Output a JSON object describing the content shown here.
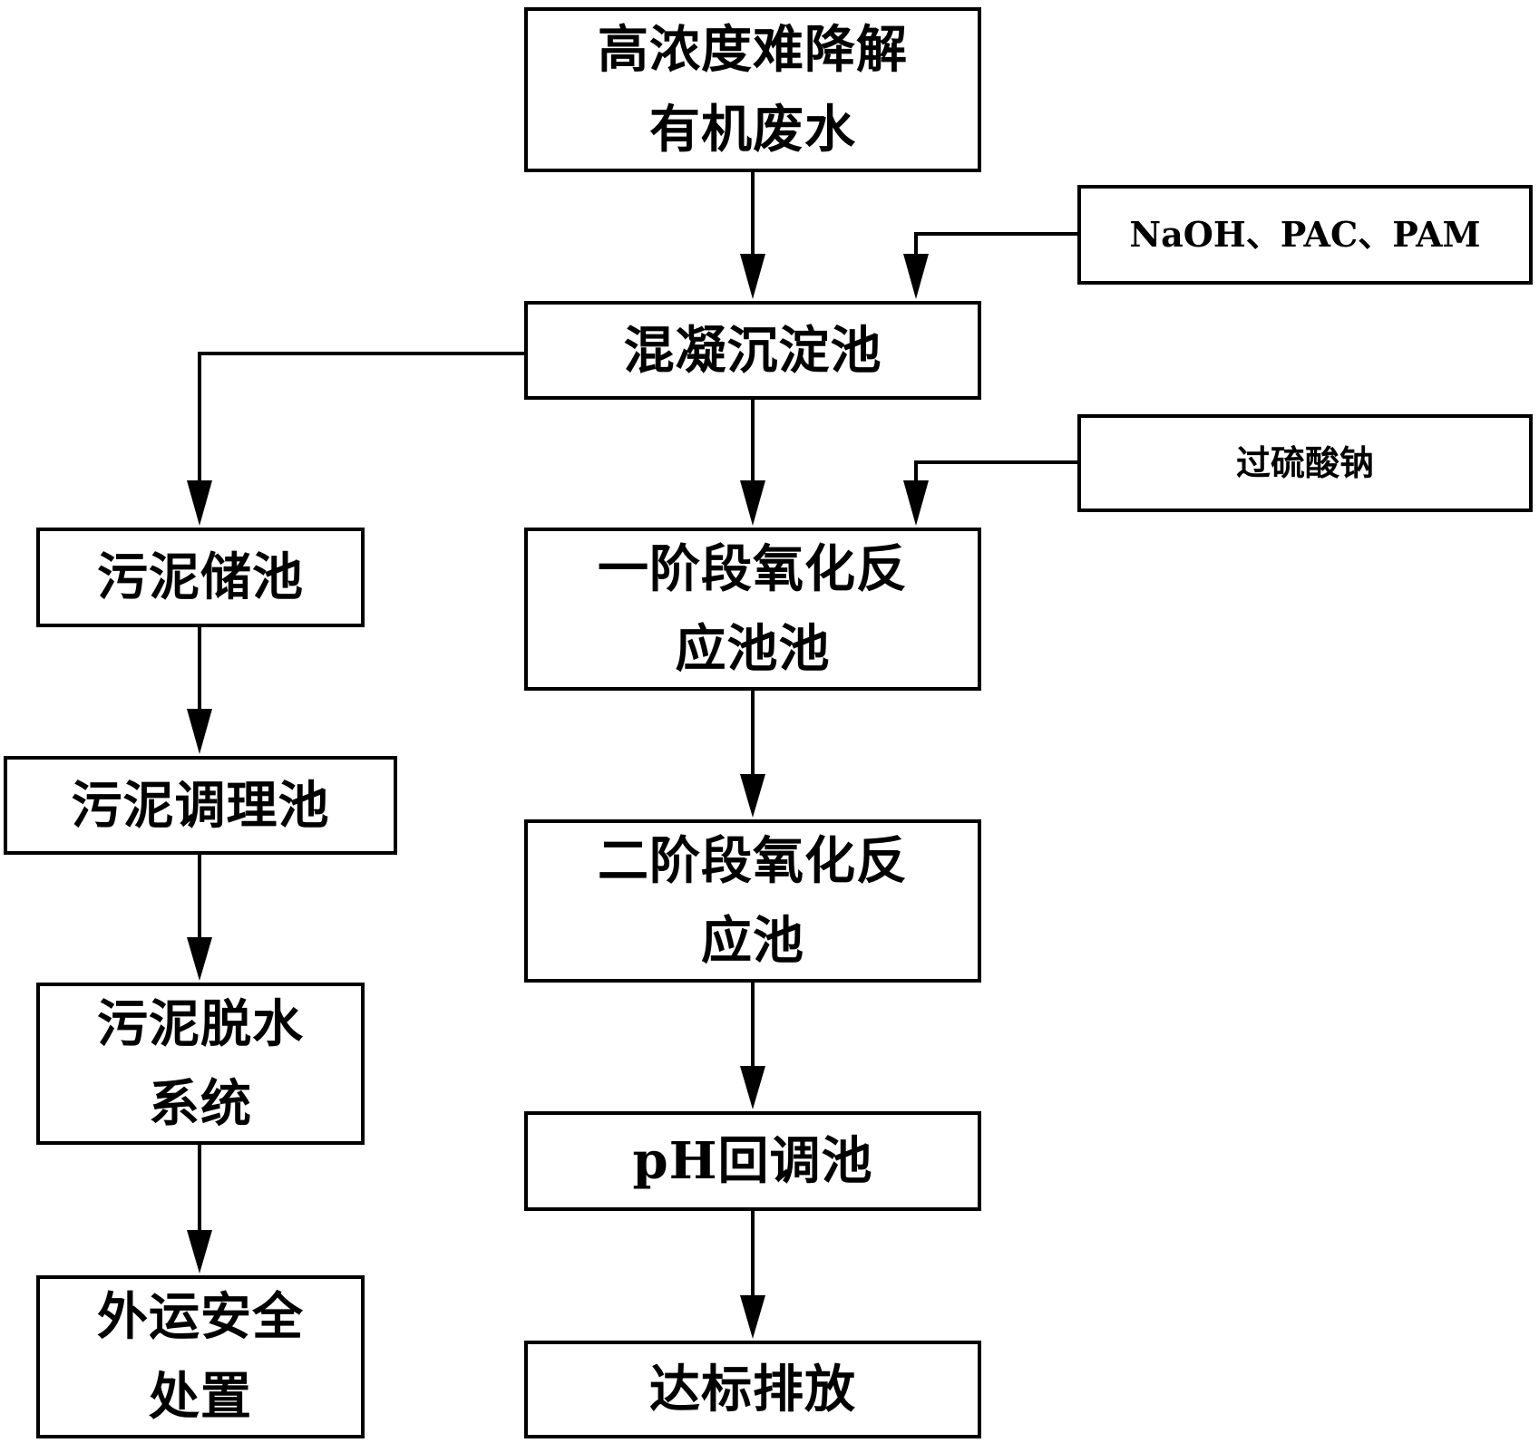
{
  "nodes": {
    "wastewater": "高浓度难降解有机废水",
    "wastewater_line1": "高浓度难降解",
    "wastewater_line2": "有机废水",
    "reagents": "NaOH、PAC、PAM",
    "coagulation": "混凝沉淀池",
    "persulfate": "过硫酸钠",
    "sludge_storage": "污泥储池",
    "stage1_line1": "一阶段氧化反",
    "stage1_line2": "应池池",
    "sludge_conditioning": "污泥调理池",
    "stage2_line1": "二阶段氧化反",
    "stage2_line2": "应池",
    "sludge_dewater_line1": "污泥脱水",
    "sludge_dewater_line2": "系统",
    "ph_adjust": "pH回调池",
    "transport_line1": "外运安全",
    "transport_line2": "处置",
    "discharge": "达标排放"
  },
  "edges": [
    {
      "from": "wastewater",
      "to": "coagulation"
    },
    {
      "from": "reagents",
      "to": "coagulation"
    },
    {
      "from": "coagulation",
      "to": "stage1"
    },
    {
      "from": "persulfate",
      "to": "stage1"
    },
    {
      "from": "coagulation",
      "to": "sludge_storage"
    },
    {
      "from": "stage1",
      "to": "stage2"
    },
    {
      "from": "stage2",
      "to": "ph_adjust"
    },
    {
      "from": "ph_adjust",
      "to": "discharge"
    },
    {
      "from": "sludge_storage",
      "to": "sludge_conditioning"
    },
    {
      "from": "sludge_conditioning",
      "to": "sludge_dewater"
    },
    {
      "from": "sludge_dewater",
      "to": "transport"
    }
  ]
}
